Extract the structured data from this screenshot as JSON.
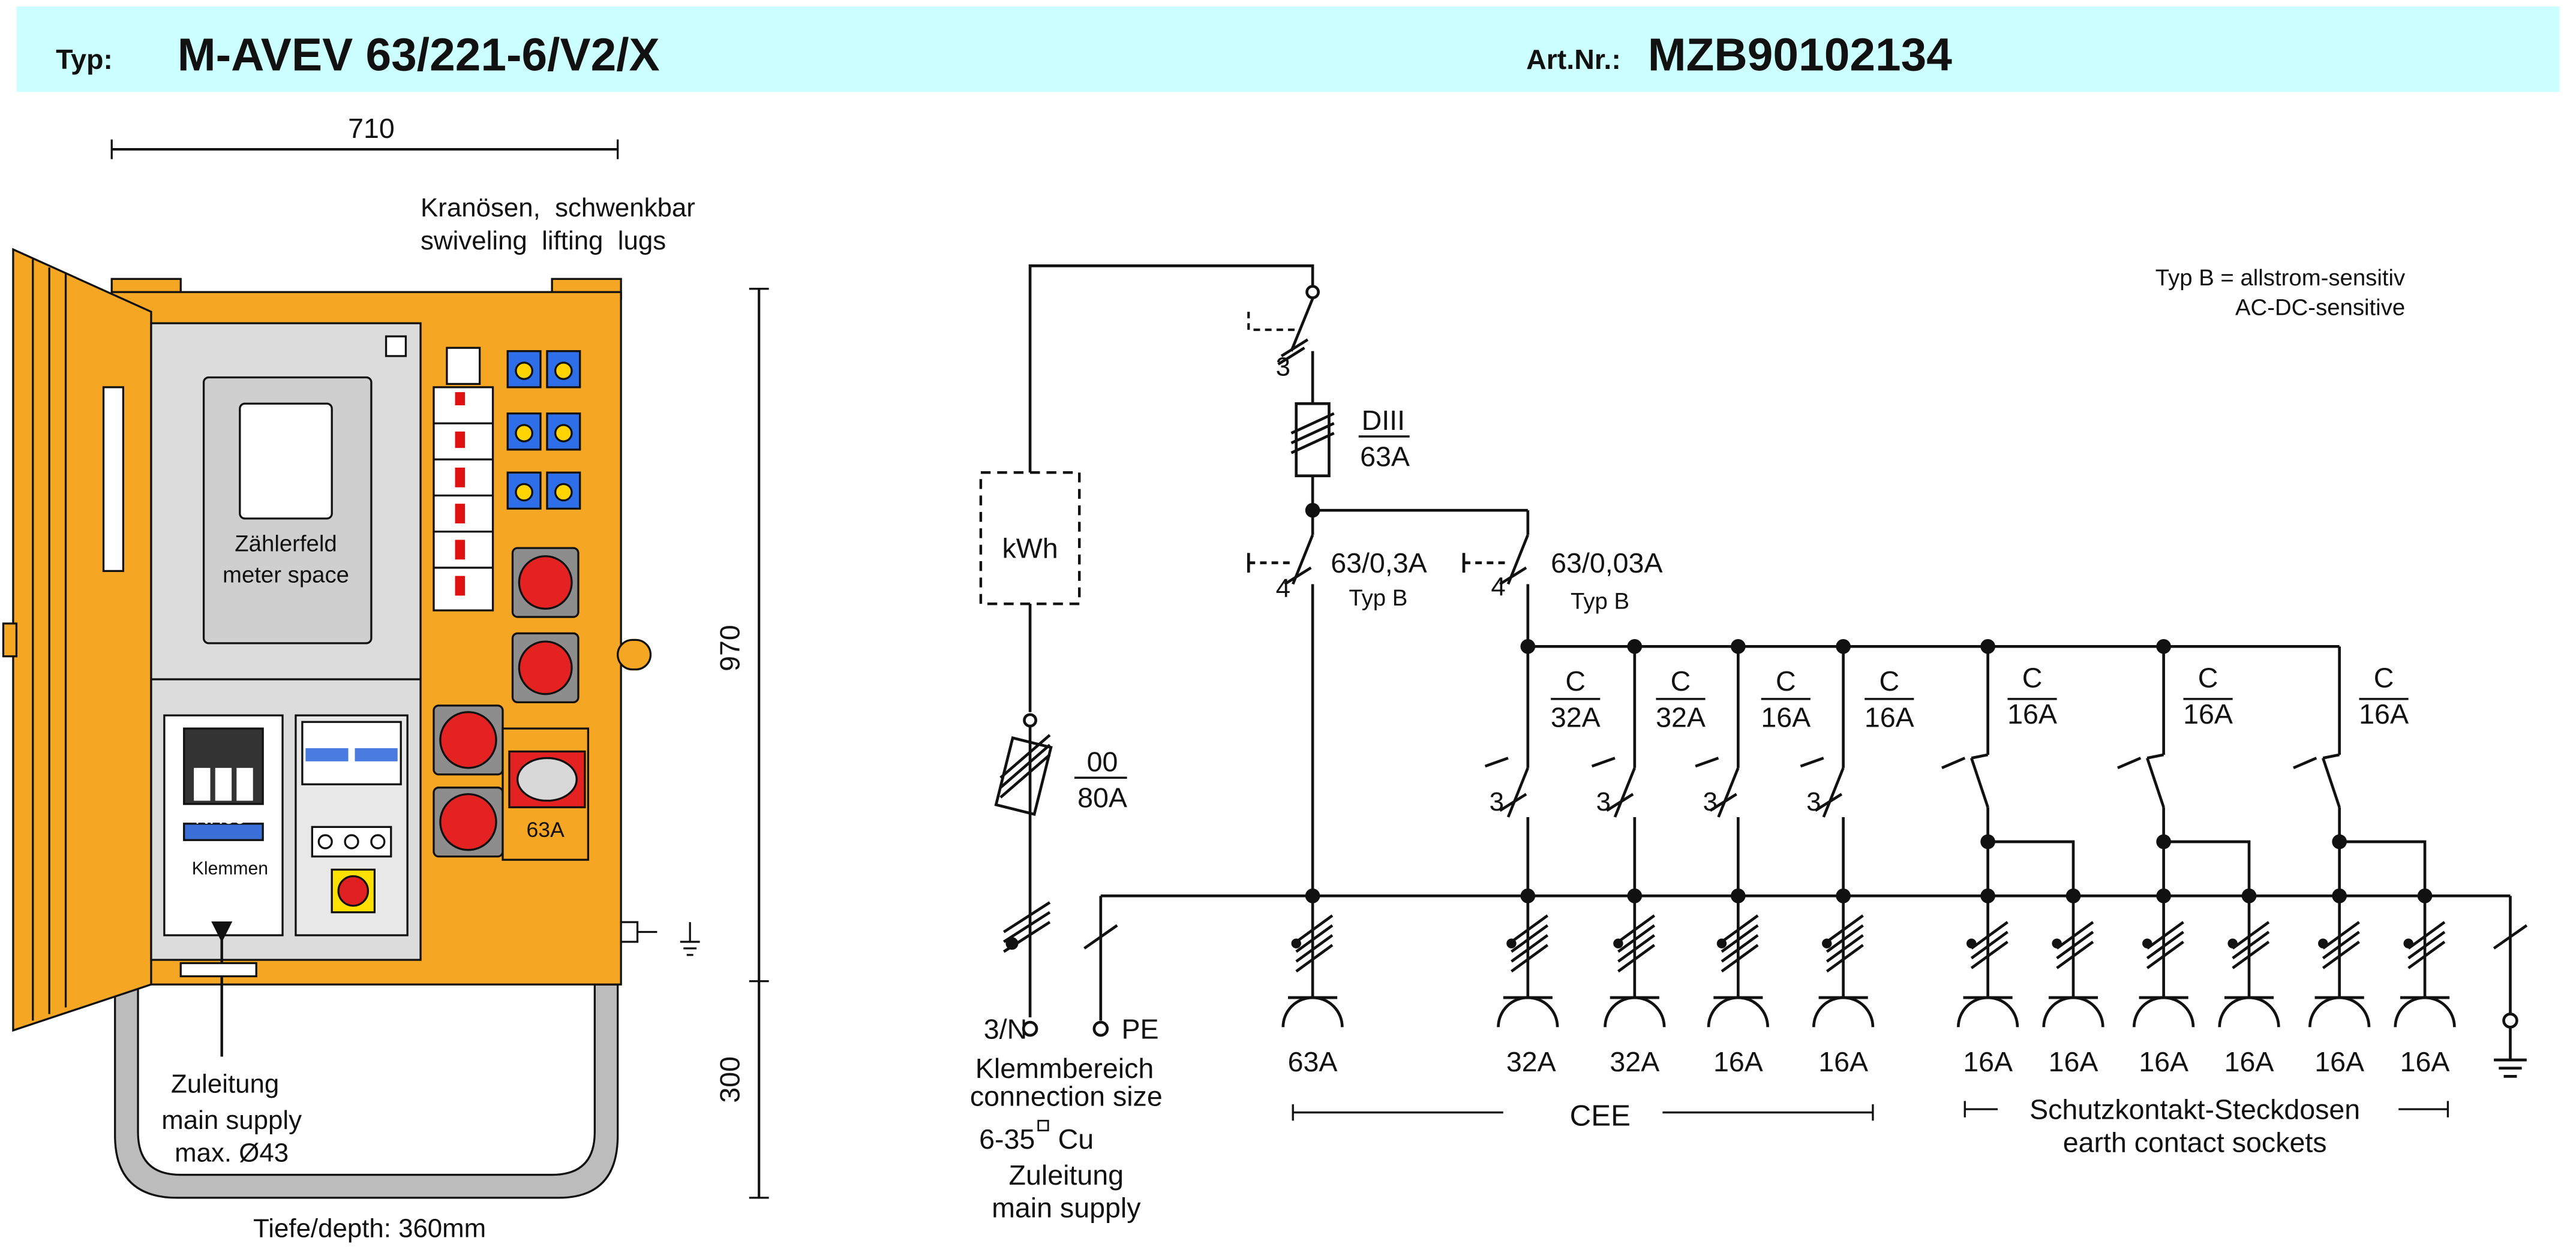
{
  "header": {
    "type_label": "Typ:",
    "type_value": "M-AVEV 63/221-6/V2/X",
    "art_label": "Art.Nr.:",
    "art_value": "MZB90102134"
  },
  "cabinet": {
    "width_dim": "710",
    "height_dim": "970",
    "base_dim": "300",
    "lifting_lugs_de": "Kranösen,  schwenkbar",
    "lifting_lugs_en": "swiveling  lifting  lugs",
    "meter_de": "Zählerfeld",
    "meter_en": "meter space",
    "fuse_label": "NH00",
    "terminals_label": "Klemmen",
    "socket_63_label": "63A",
    "supply_de": "Zuleitung",
    "supply_en": "main supply",
    "supply_max": "max. Ø43",
    "depth": "Tiefe/depth: 360mm"
  },
  "schematic": {
    "note_1": "Typ B = allstrom-sensitiv",
    "note_2": "AC-DC-sensitive",
    "meter": "kWh",
    "switch_poles": "3",
    "fuse_type": "DIII",
    "fuse_rating": "63A",
    "rcd1_rating": "63/0,3A",
    "rcd1_type": "Typ B",
    "rcd1_poles": "4",
    "rcd2_rating": "63/0,03A",
    "rcd2_type": "Typ B",
    "rcd2_poles": "4",
    "nh_fuse_size": "00",
    "nh_fuse_rating": "80A",
    "breaker_char": "C",
    "breaker_poles": "3",
    "breakers": [
      "32A",
      "32A",
      "16A",
      "16A",
      "16A",
      "16A",
      "16A"
    ],
    "terminal_n": "3/N",
    "terminal_pe": "PE",
    "terminal_area_de": "Klemmbereich",
    "terminal_area_en": "connection size",
    "terminal_size_num": "6-35",
    "terminal_size_unit": "Cu",
    "supply_de": "Zuleitung",
    "supply_en": "main supply",
    "outlets": [
      "63A",
      "32A",
      "32A",
      "16A",
      "16A",
      "16A",
      "16A",
      "16A",
      "16A",
      "16A",
      "16A"
    ],
    "cee_label": "CEE",
    "schuko_de": "Schutzkontakt-Steckdosen",
    "schuko_en": "earth contact sockets"
  }
}
